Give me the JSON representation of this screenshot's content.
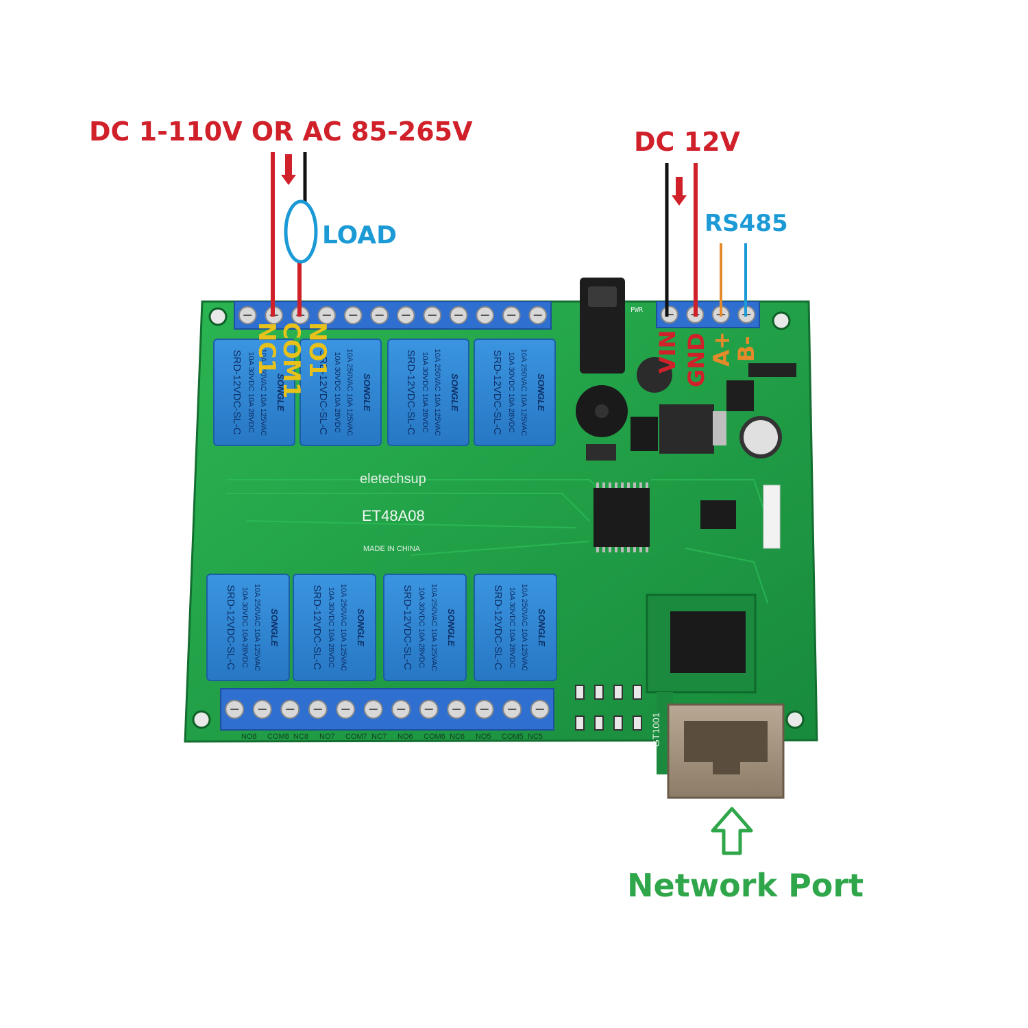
{
  "annotations": {
    "supply_label": "DC 1-110V OR AC 85-265V",
    "load_label": "LOAD",
    "power_label": "DC 12V",
    "rs485_label": "RS485",
    "network_label": "Network Port"
  },
  "terminals": {
    "relay1": [
      "NC1",
      "COM1",
      "NO1"
    ],
    "power": [
      "VIN",
      "GND"
    ],
    "bus": [
      "A+",
      "B-"
    ]
  },
  "board": {
    "brand": "eletechsup",
    "model": "ET48A08",
    "origin": "MADE IN CHINA",
    "module": "GT1001",
    "pwr_silk": "PWR"
  },
  "relay_brand": "SONGLE",
  "relay_part": "SRD-12VDC-SL-C",
  "relay_rating_1": "10A 250VAC 10A 125VAC",
  "relay_rating_2": "10A 30VDC 10A 28VDC",
  "bottom_silk": [
    "NO8",
    "COM8",
    "NC8",
    "NO7",
    "COM7",
    "NC7",
    "NO6",
    "COM6",
    "NC6",
    "NO5",
    "COM5",
    "NC5"
  ],
  "colors": {
    "pcb": "#1f9e46",
    "relay": "#2e86d6",
    "terminal": "#2f6fd0",
    "red_wire": "#d0202a",
    "blue_text": "#1b9ad6",
    "orange": "#e58a2a",
    "yellow": "#e8c21a",
    "green_label": "#2fa64a"
  }
}
